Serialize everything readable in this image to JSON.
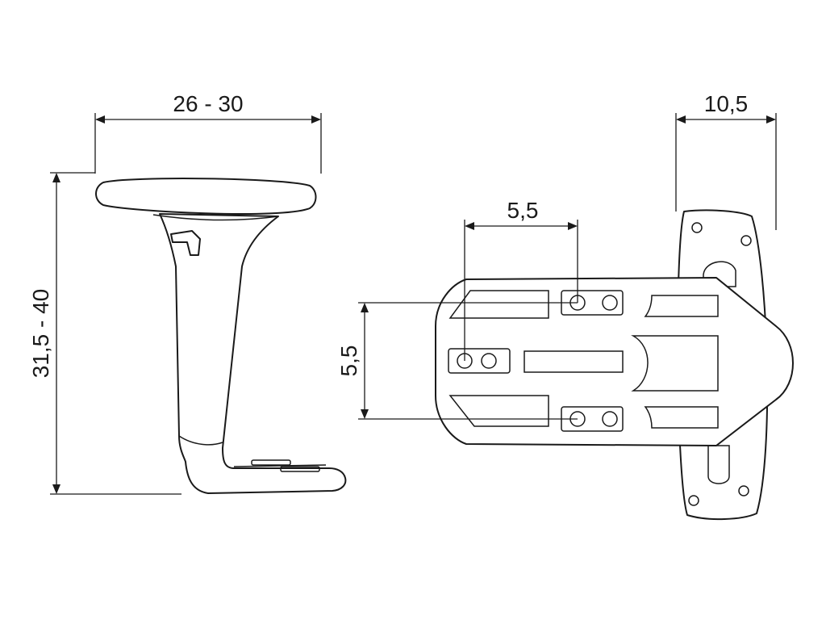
{
  "dimensions": {
    "arm_width": "26 - 30",
    "arm_height": "31,5 - 40",
    "plate_width": "10,5",
    "hole_spacing_horizontal": "5,5",
    "hole_spacing_vertical": "5,5"
  }
}
